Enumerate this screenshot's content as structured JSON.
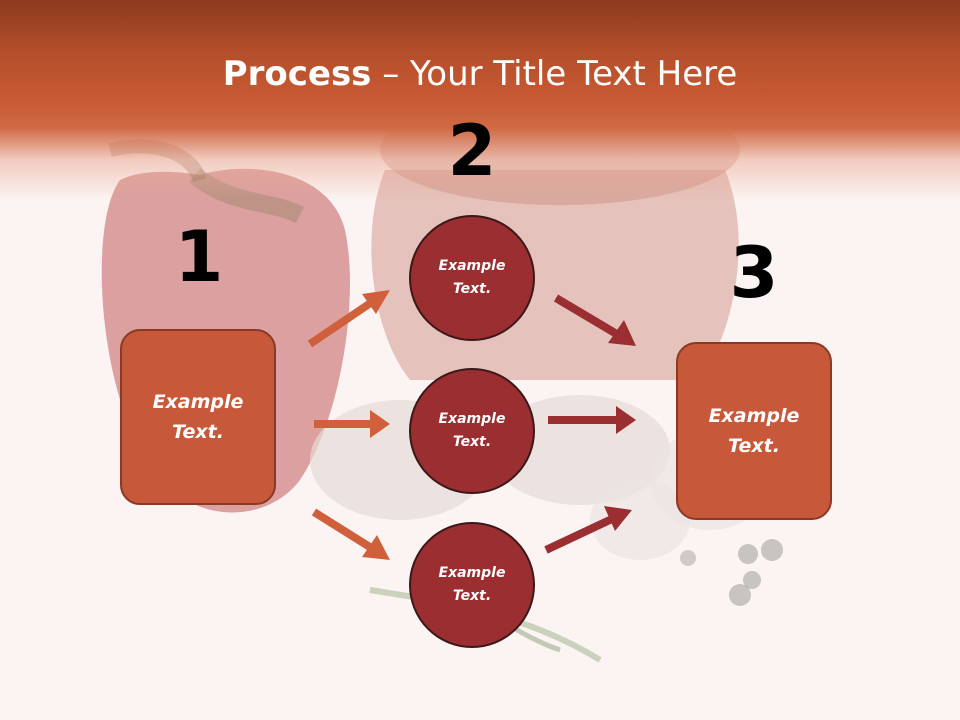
{
  "title": {
    "bold": "Process",
    "rest": " – Your Title Text Here"
  },
  "steps": [
    {
      "number": "1",
      "label": "Example Text."
    },
    {
      "number": "2",
      "items": [
        "Example Text.",
        "Example Text.",
        "Example Text."
      ]
    },
    {
      "number": "3",
      "label": "Example Text."
    }
  ],
  "colors": {
    "header": "#c85a33",
    "box_fill": "#c8583a",
    "circle_fill": "#9a2e31",
    "arrow_in": "#d0603c",
    "arrow_out": "#9a2e31"
  }
}
